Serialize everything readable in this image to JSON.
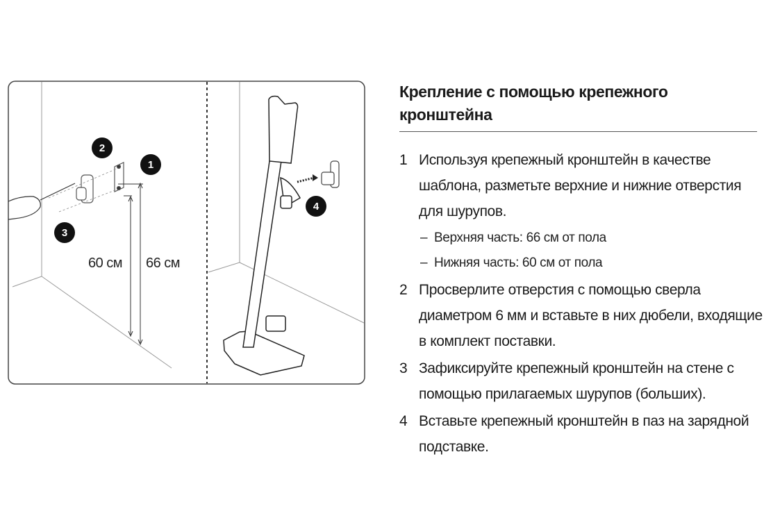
{
  "illustration": {
    "dim_lower": "60 см",
    "dim_upper": "66 см",
    "badges": [
      "1",
      "2",
      "3",
      "4"
    ]
  },
  "title": "Крепление с помощью крепежного кронштейна",
  "steps": [
    {
      "num": "1",
      "text": "Используя крепежный кронштейн в качестве шаблона, разметьте верхние и нижние отверстия для шурупов.",
      "subitems": [
        "Верхняя часть: 66 см от пола",
        "Нижняя часть: 60 см от пола"
      ]
    },
    {
      "num": "2",
      "text": "Просверлите отверстия с помощью сверла диаметром 6 мм и вставьте в них дюбели, входящие в комплект поставки."
    },
    {
      "num": "3",
      "text": "Зафиксируйте крепежный кронштейн на стене с помощью прилагаемых шурупов (больших)."
    },
    {
      "num": "4",
      "text": "Вставьте крепежный кронштейн в паз на зарядной подставке."
    }
  ],
  "colors": {
    "text": "#1a1a1a",
    "line": "#555555"
  }
}
